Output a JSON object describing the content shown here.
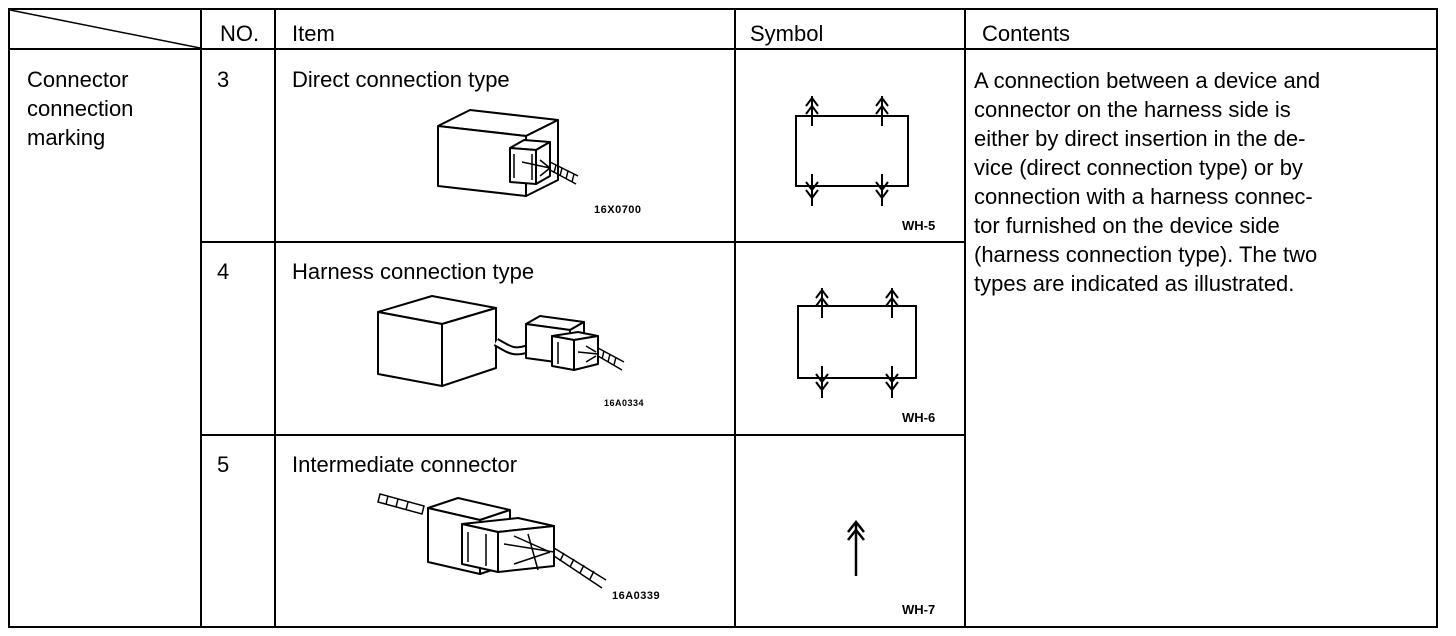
{
  "headers": {
    "no": "NO.",
    "item": "Item",
    "symbol": "Symbol",
    "contents": "Contents"
  },
  "category": "Connector\nconnection\nmarking",
  "rows": [
    {
      "no": "3",
      "item": "Direct connection type",
      "figure_code": "16X0700",
      "symbol_code": "WH-5",
      "icon": "direct-connection-illustration"
    },
    {
      "no": "4",
      "item": "Harness connection type",
      "figure_code": "16A0334",
      "symbol_code": "WH-6",
      "icon": "harness-connection-illustration"
    },
    {
      "no": "5",
      "item": "Intermediate connector",
      "figure_code": "16A0339",
      "symbol_code": "WH-7",
      "icon": "intermediate-connector-illustration"
    }
  ],
  "contents_text": "A connection between a device and\nconnector on the harness side is\neither by direct insertion in the de-\nvice (direct connection type) or by\nconnection with a harness connec-\ntor furnished on the device side\n(harness connection type). The two\ntypes are indicated as illustrated."
}
